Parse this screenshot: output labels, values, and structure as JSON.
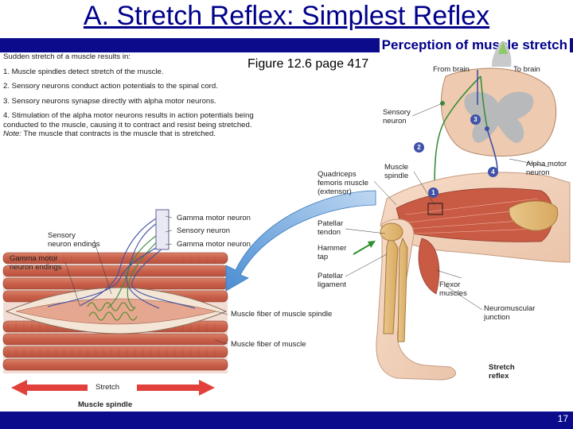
{
  "slide": {
    "title": "A. Stretch Reflex: Simplest Reflex",
    "subtitle": "Perception of muscle stretch",
    "figure_ref": "Figure 12.6 page 417",
    "page_number": "17"
  },
  "steps": {
    "intro": "Sudden stretch of a muscle results in:",
    "items": [
      "1. Muscle spindles detect stretch of the muscle.",
      "2. Sensory neurons conduct action potentials to the spinal cord.",
      "3. Sensory neurons synapse directly with alpha motor neurons.",
      "4. Stimulation of the alpha motor neurons results in action potentials being conducted to the muscle, causing it to contract and resist being stretched."
    ],
    "note_label": "Note:",
    "note_text": " The muscle that contracts is the muscle that is stretched."
  },
  "labels": {
    "from_brain": "From brain",
    "to_brain": "To brain",
    "sensory_neuron": "Sensory\nneuron",
    "muscle_spindle": "Muscle\nspindle",
    "quadriceps": "Quadriceps\nfemoris muscle\n(extensor)",
    "alpha_motor_neuron": "Alpha motor\nneuron",
    "patellar_tendon": "Patellar\ntendon",
    "hammer_tap": "Hammer\ntap",
    "patellar_ligament": "Patellar\nligament",
    "flexor_muscles": "Flexor\nmuscles",
    "neuromuscular_junction": "Neuromuscular\njunction",
    "stretch_reflex": "Stretch\nreflex",
    "gamma_motor_neuron_1": "Gamma motor neuron",
    "sensory_neuron_spindle": "Sensory neuron",
    "gamma_motor_neuron_2": "Gamma motor neuron",
    "sensory_neuron_endings": "Sensory\nneuron endings",
    "gamma_motor_neuron_endings": "Gamma motor\nneuron endings",
    "muscle_fiber_of_spindle": "Muscle fiber of muscle spindle",
    "muscle_fiber_of_muscle": "Muscle fiber of muscle",
    "stretch": "Stretch",
    "muscle_spindle_caption": "Muscle spindle"
  },
  "badges": [
    "1",
    "2",
    "3",
    "4"
  ]
}
